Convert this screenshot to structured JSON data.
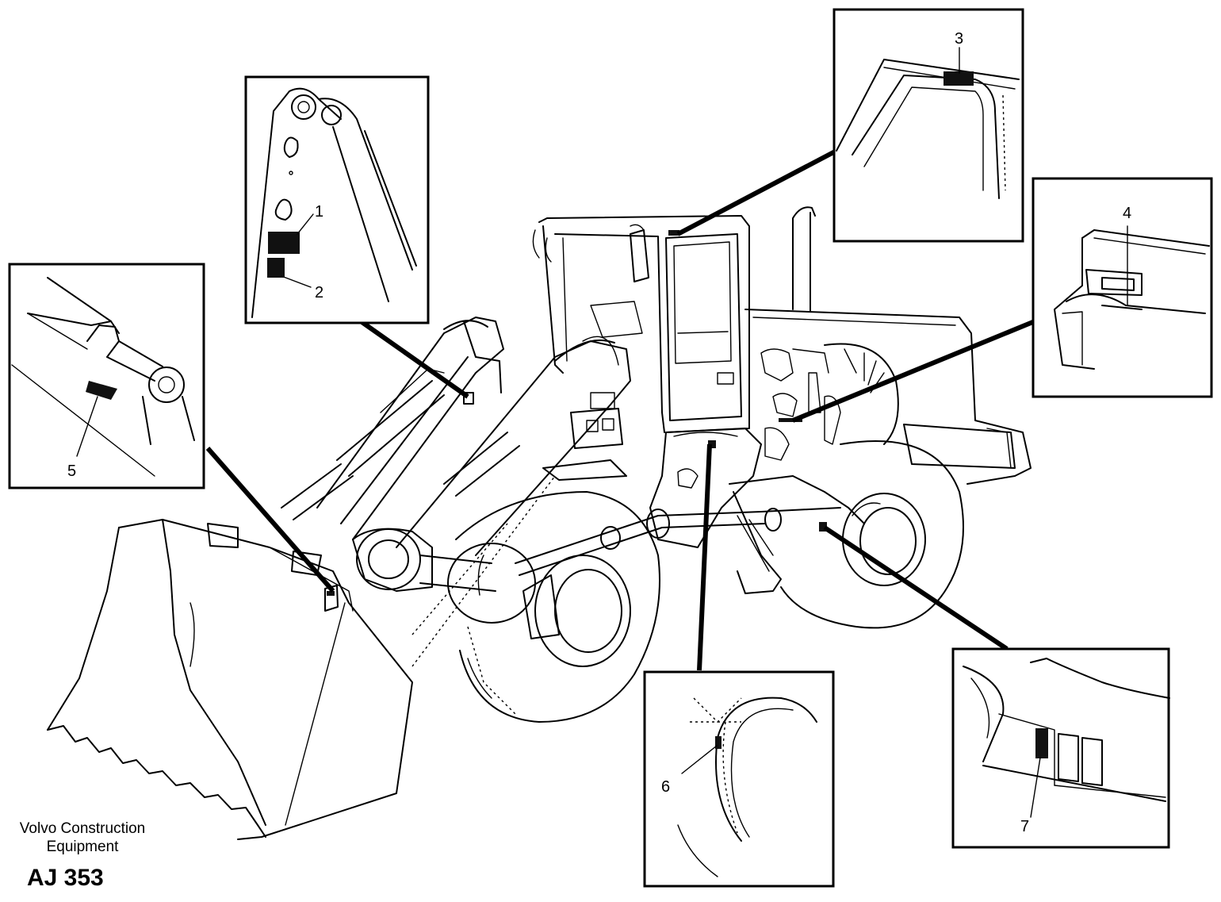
{
  "footer": {
    "brand": "Volvo Construction Equipment",
    "code": "AJ 353"
  },
  "callouts": [
    {
      "id": "1",
      "label": "1"
    },
    {
      "id": "2",
      "label": "2"
    },
    {
      "id": "3",
      "label": "3"
    },
    {
      "id": "4",
      "label": "4"
    },
    {
      "id": "5",
      "label": "5"
    },
    {
      "id": "6",
      "label": "6"
    },
    {
      "id": "7",
      "label": "7"
    }
  ]
}
